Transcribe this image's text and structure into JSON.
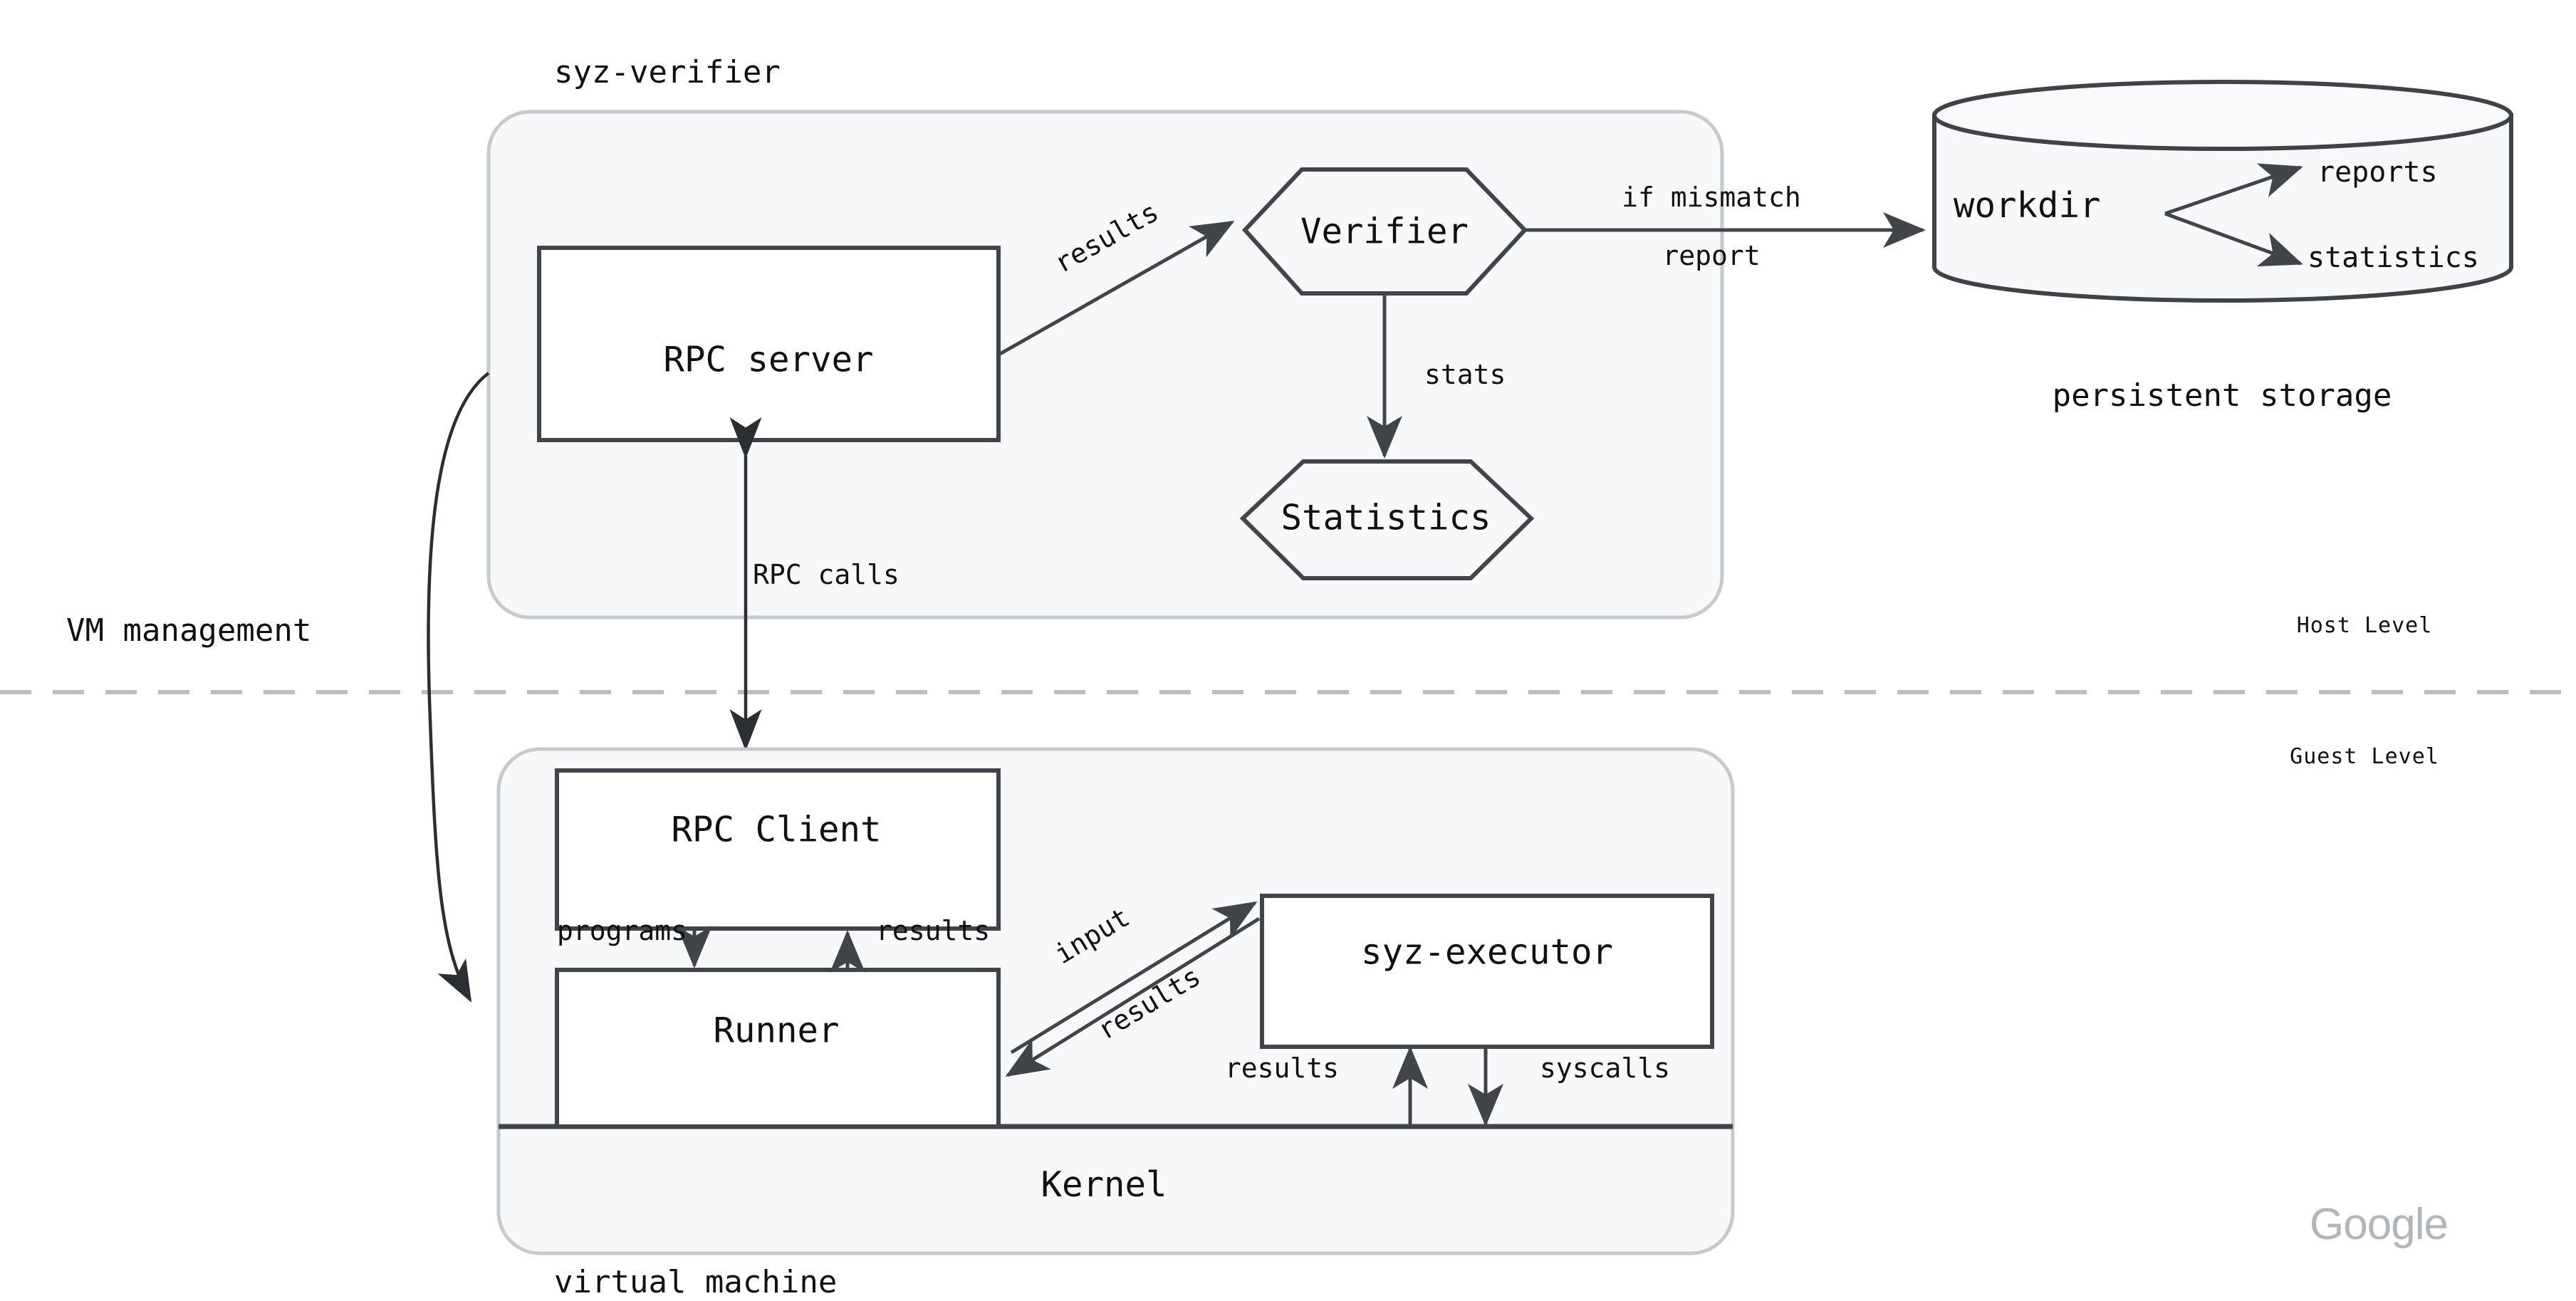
{
  "title": "syz-verifier architecture diagram",
  "groups": {
    "verifier": {
      "label": "syz-verifier"
    },
    "vm": {
      "label": "virtual machine"
    },
    "storage": {
      "label": "persistent storage"
    }
  },
  "levels": {
    "host": "Host Level",
    "guest": "Guest Level",
    "vm_management": "VM management"
  },
  "nodes": {
    "rpc_server": "RPC server",
    "verifier": "Verifier",
    "statistics": "Statistics",
    "rpc_client": "RPC Client",
    "runner": "Runner",
    "syz_executor": "syz-executor",
    "kernel": "Kernel",
    "workdir": "workdir"
  },
  "storage_items": {
    "reports": "reports",
    "statistics": "statistics"
  },
  "edges": {
    "results_to_verifier": "results",
    "stats_to_statistics": "stats",
    "if_mismatch": "if mismatch",
    "report": "report",
    "rpc_calls": "RPC calls",
    "programs": "programs",
    "results_to_client": "results",
    "input": "input",
    "results_to_runner": "results",
    "results_from_kernel": "results",
    "syscalls": "syscalls"
  },
  "watermark": {
    "text": "Google"
  },
  "colors": {
    "container_fill": "#f6f8f9",
    "container_stroke": "#c6cacd",
    "node_stroke": "#414549",
    "node_fill": "#ffffff",
    "edge": "#414549",
    "divider": "#b9bec3",
    "text": "#111111",
    "watermark": "#b0b6ba"
  }
}
